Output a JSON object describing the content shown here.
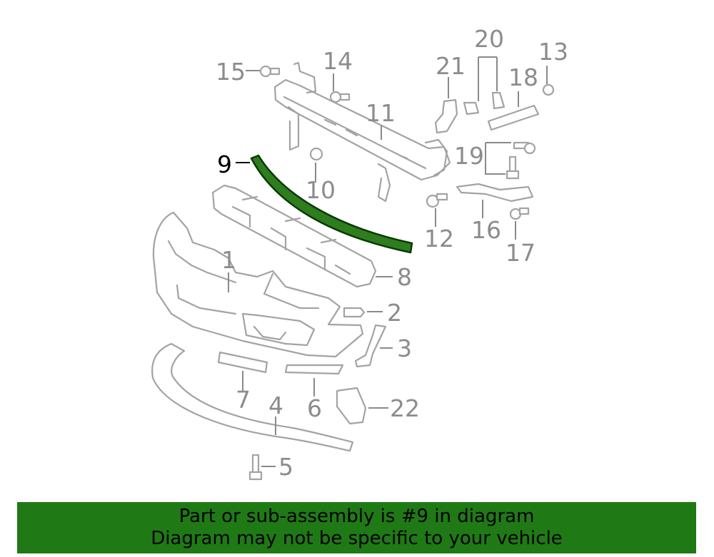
{
  "colors": {
    "highlight_fill": "#2e7d1e",
    "highlight_stroke": "#0b3a07",
    "part_stroke": "#a3a3a3",
    "callout_gray": "#8c8c8c",
    "callout_active": "#000000",
    "banner_bg": "#1f7a15"
  },
  "callouts": {
    "c1": "1",
    "c2": "2",
    "c3": "3",
    "c4": "4",
    "c5": "5",
    "c6": "6",
    "c7": "7",
    "c8": "8",
    "c9": "9",
    "c10": "10",
    "c11": "11",
    "c12": "12",
    "c13": "13",
    "c14": "14",
    "c15": "15",
    "c16": "16",
    "c17": "17",
    "c18": "18",
    "c19": "19",
    "c20": "20",
    "c21": "21",
    "c22": "22"
  },
  "highlighted_part": "9",
  "banner": {
    "line1": "Part or sub-assembly is #9 in diagram",
    "line2": "Diagram may not be specific to your vehicle"
  }
}
